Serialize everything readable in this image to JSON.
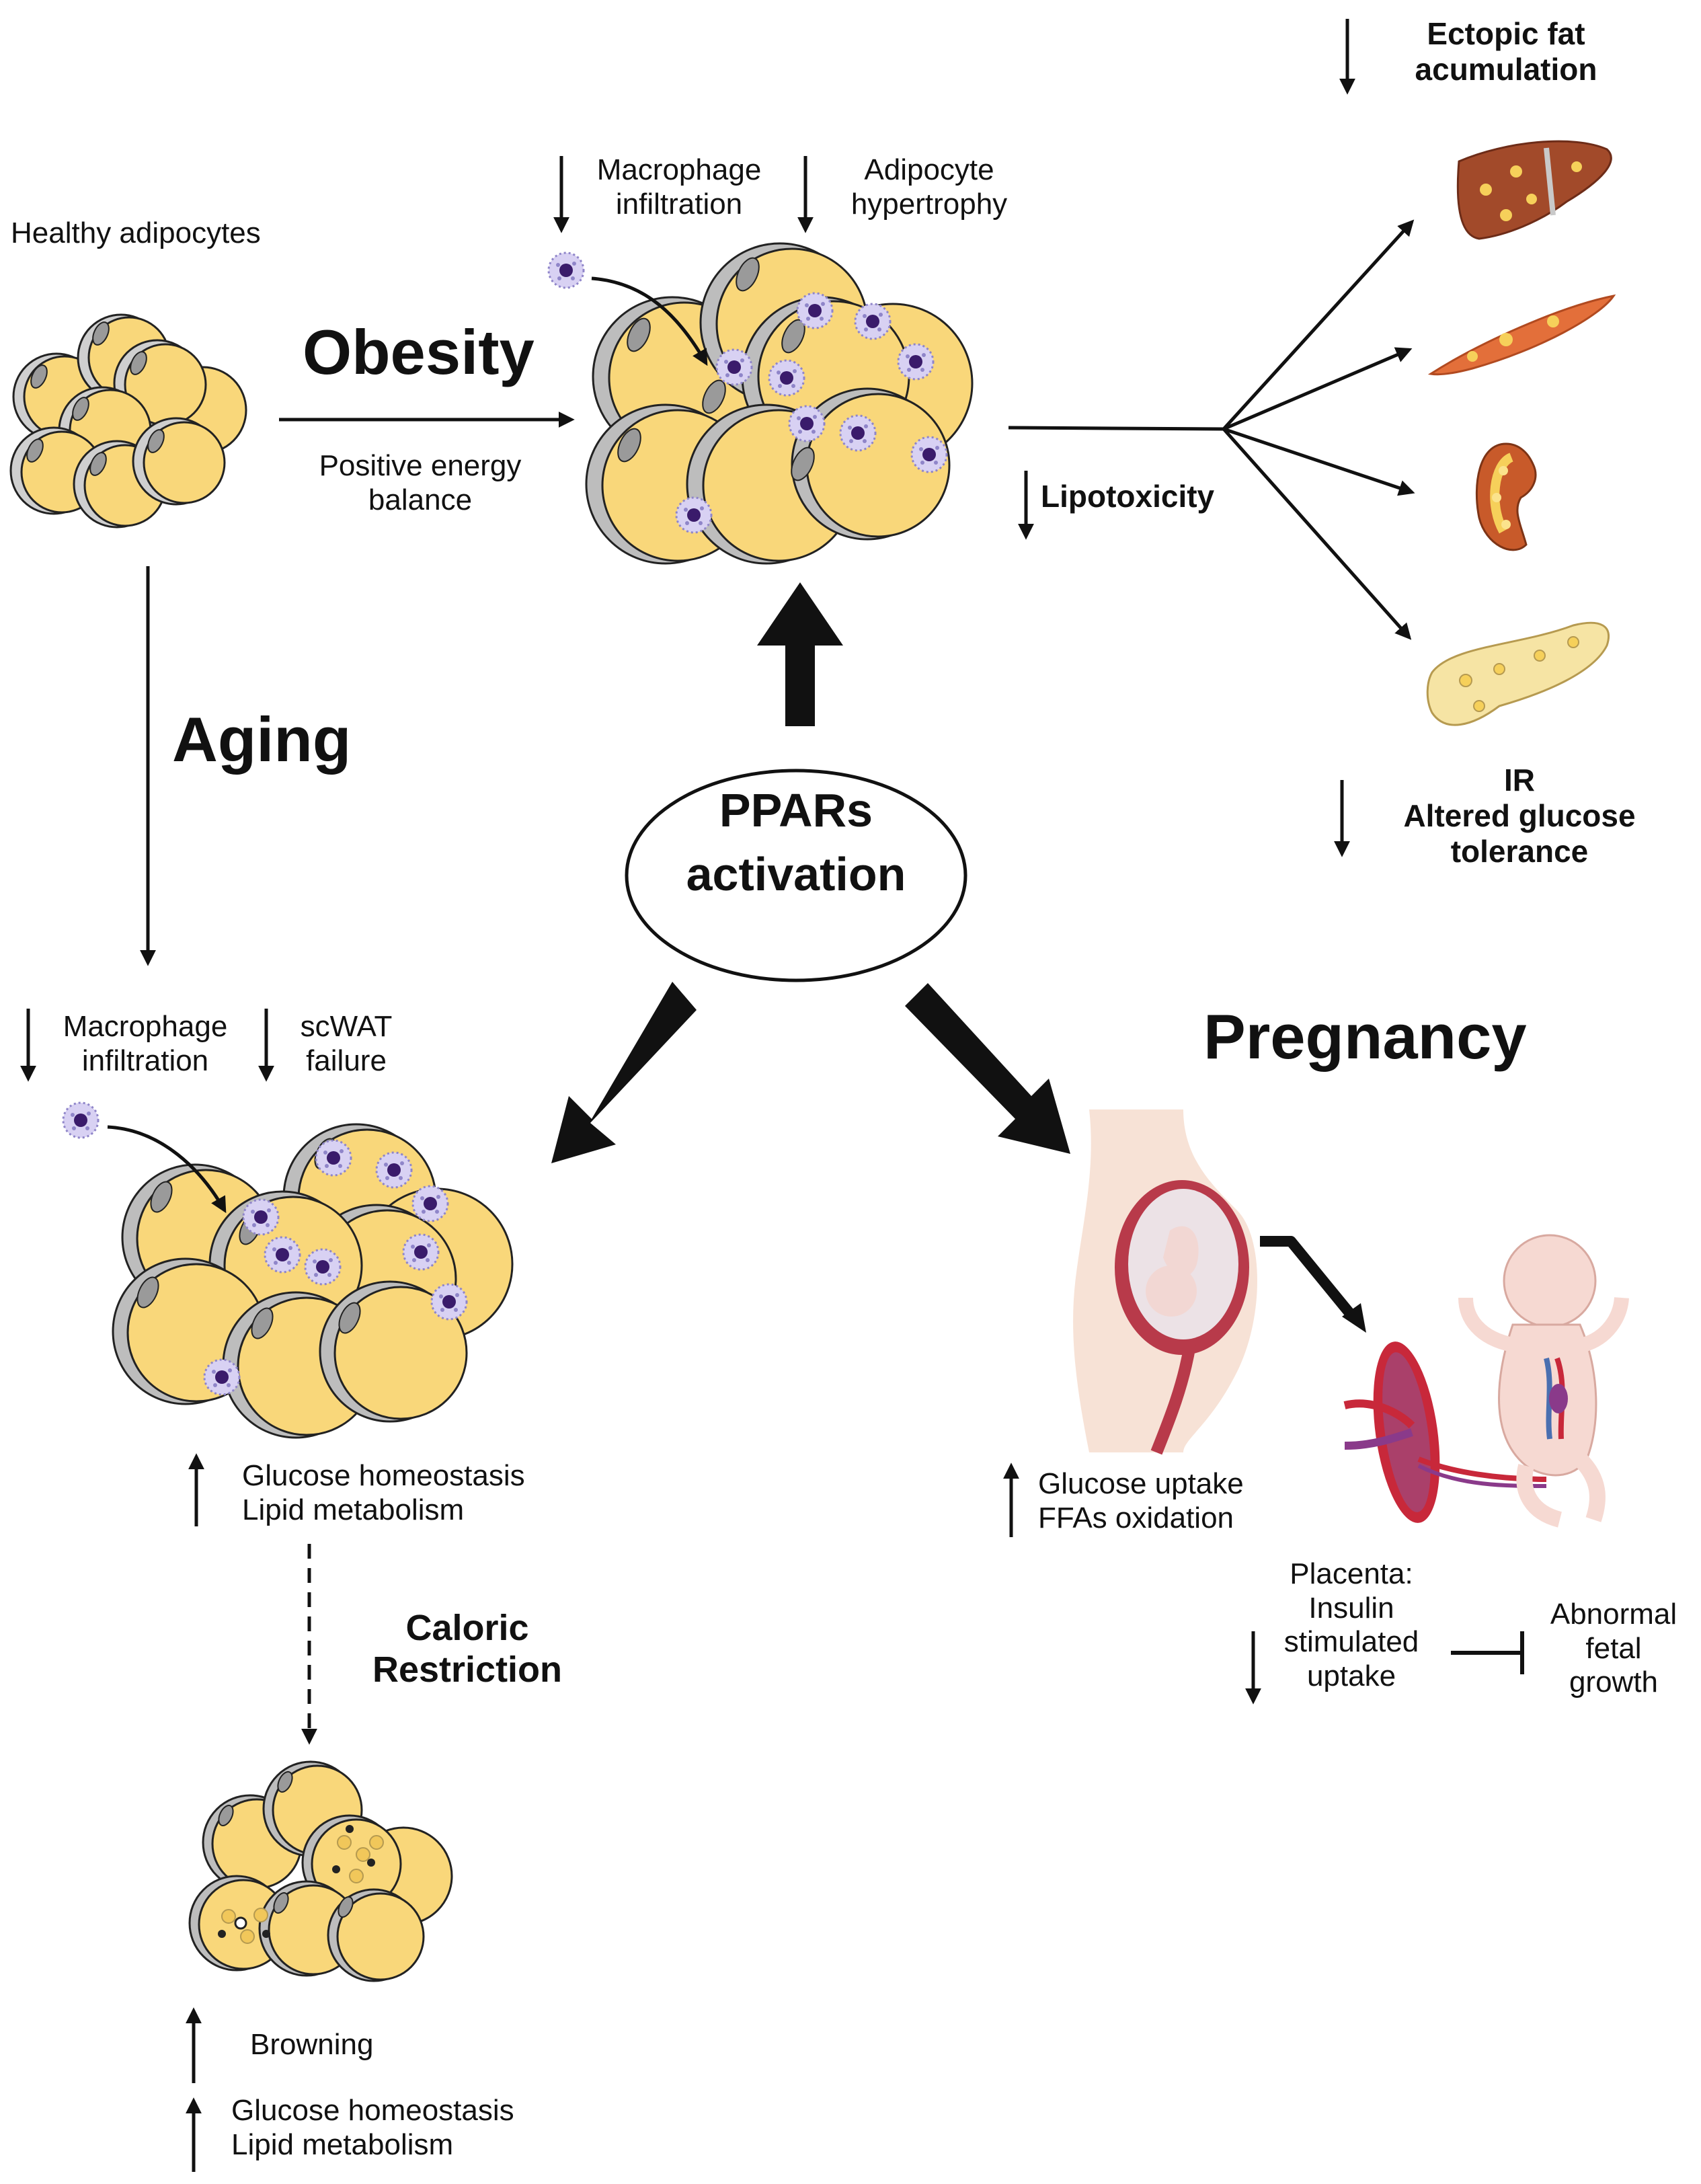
{
  "labels": {
    "healthy_adipocytes": "Healthy adipocytes",
    "obesity": "Obesity",
    "positive_energy_balance": "Positive energy\nbalance",
    "macrophage_infiltration_top": "Macrophage\ninfiltration",
    "adipocyte_hypertrophy": "Adipocyte\nhypertrophy",
    "lipotoxicity": "Lipotoxicity",
    "ectopic_fat": "Ectopic fat\nacumulation",
    "ir_glucose": "IR\nAltered glucose\ntolerance",
    "aging": "Aging",
    "ppars_activation": "PPARs\nactivation",
    "macrophage_infiltration_aging": "Macrophage\ninfiltration",
    "scwat_failure": "scWAT\nfailure",
    "glucose_lipid_aging": "Glucose homeostasis\nLipid metabolism",
    "caloric_restriction": "Caloric\nRestriction",
    "browning": "Browning",
    "glucose_lipid_cr": "Glucose homeostasis\nLipid metabolism",
    "pregnancy": "Pregnancy",
    "glucose_uptake": "Glucose uptake\nFFAs oxidation",
    "placenta": "Placenta:\nInsulin\nstimulated\nuptake",
    "abnormal_fetal": "Abnormal\nfetal\ngrowth"
  },
  "colors": {
    "adipocyte_fill": "#f9d77a",
    "adipocyte_edge": "#222222",
    "nucleus_gray": "#9a9a9a",
    "macrophage_fill": "#cfc8ef",
    "macrophage_nucleus": "#3a1b6b",
    "liver": "#a24a2a",
    "muscle": "#e36f3a",
    "kidney": "#c85a2a",
    "pancreas": "#f6e4a4",
    "skin": "#f7e2d6",
    "uterus": "#b83a4a",
    "placenta_red": "#c8283a",
    "baby_skin": "#f6d9d2"
  }
}
